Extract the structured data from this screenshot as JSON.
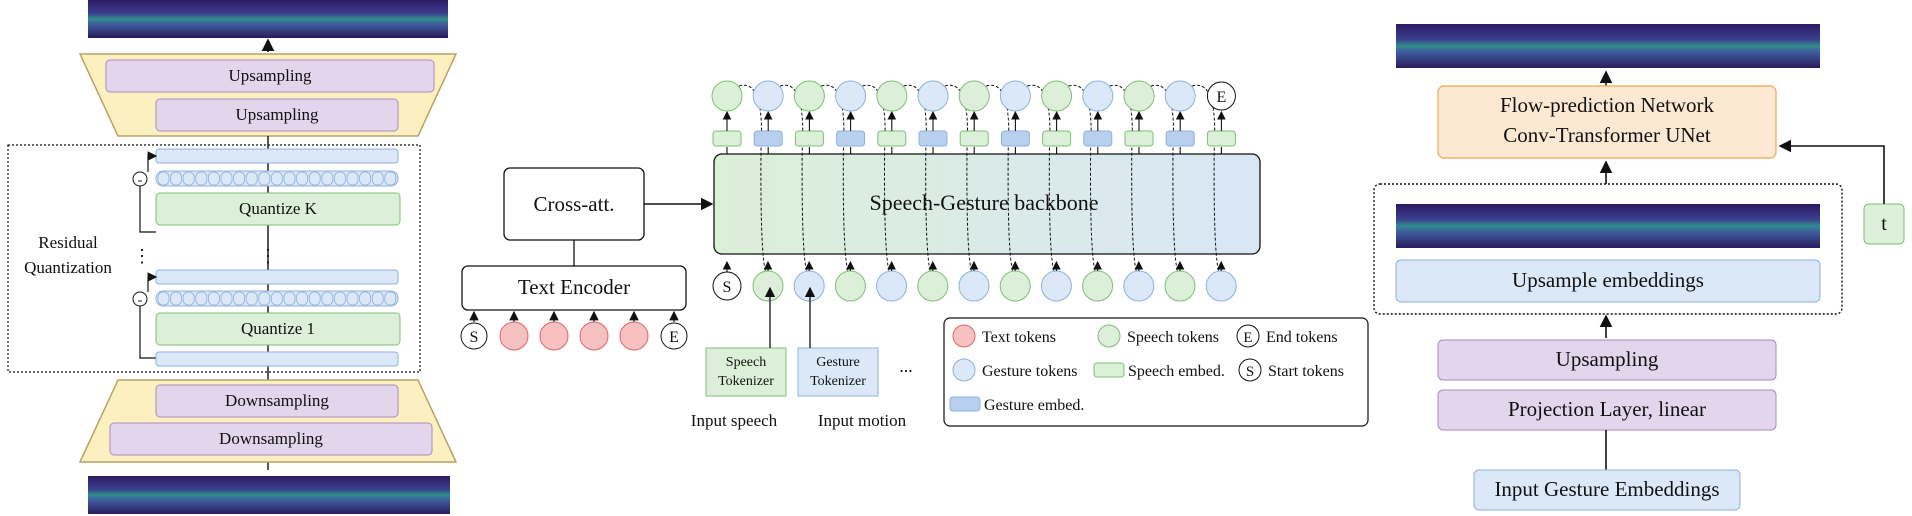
{
  "colors": {
    "purple_fill": "#e3d5ec",
    "purple_stroke": "#a98bbd",
    "green_fill": "#dcefd8",
    "green_stroke": "#7fbf76",
    "blue_fill": "#dbe8f7",
    "blue_stroke": "#8fb0dc",
    "orange_fill": "#fde8d4",
    "orange_stroke": "#f0b36c",
    "yellow_fill": "#fcefc0",
    "yellow_stroke": "#b8a266",
    "red_fill": "#f7c1c1",
    "red_stroke": "#e06666",
    "backbone_left": "#dcefd8",
    "backbone_right": "#d9e6f6",
    "spectrogram": "#2a1b5e"
  },
  "quantizer": {
    "upsampling_top": "Upsampling",
    "upsampling_bottom": "Upsampling",
    "residual_label_1": "Residual",
    "residual_label_2": "Quantization",
    "quantize_k": "Quantize K",
    "quantize_1": "Quantize 1",
    "minus_symbol": "-",
    "ellipsis": "⋮",
    "downsampling_top": "Downsampling",
    "downsampling_bottom": "Downsampling"
  },
  "backbone": {
    "cross_att": "Cross-att.",
    "text_encoder": "Text Encoder",
    "title": "Speech-Gesture backbone",
    "start_token": "S",
    "end_token": "E",
    "speech_tokenizer_1": "Speech",
    "speech_tokenizer_2": "Tokenizer",
    "gesture_tokenizer_1": "Gesture",
    "gesture_tokenizer_2": "Tokenizer",
    "ellipsis": "...",
    "input_speech": "Input speech",
    "input_motion": "Input motion"
  },
  "legend": {
    "text_tokens": "Text tokens",
    "speech_tokens": "Speech tokens",
    "end_tokens": "End tokens",
    "gesture_tokens": "Gesture tokens",
    "speech_embed": "Speech embed.",
    "start_tokens": "Start tokens",
    "gesture_embed": "Gesture embed.",
    "e_symbol": "E",
    "s_symbol": "S"
  },
  "flow": {
    "network_line1": "Flow-prediction Network",
    "network_line2": "Conv-Transformer UNet",
    "t_label": "t",
    "upsample_embeddings": "Upsample embeddings",
    "upsampling": "Upsampling",
    "projection": "Projection Layer, linear",
    "input_embeddings": "Input Gesture Embeddings"
  }
}
